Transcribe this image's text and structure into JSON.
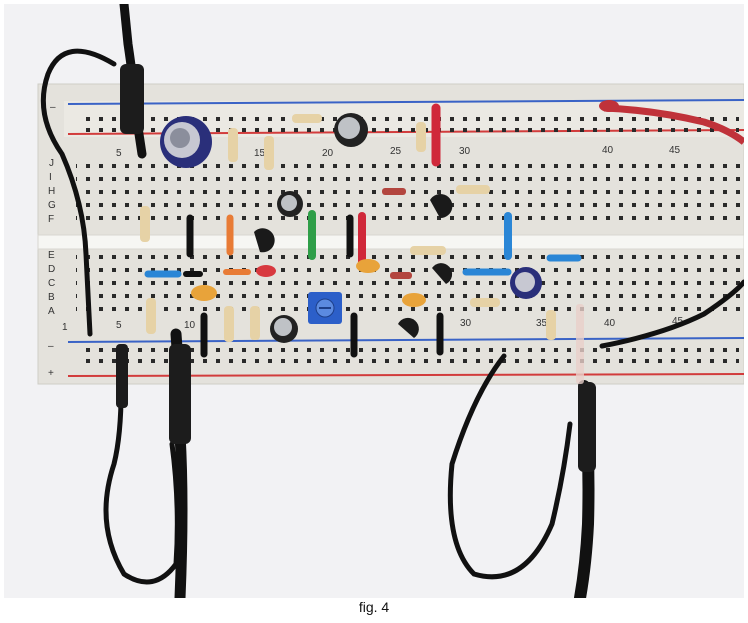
{
  "caption": "fig. 4",
  "board": {
    "column_numbers": [
      "1",
      "5",
      "10",
      "15",
      "20",
      "25",
      "30",
      "35",
      "40",
      "45"
    ],
    "row_letters_top": [
      "F",
      "G",
      "H",
      "I",
      "J"
    ],
    "row_letters_bottom": [
      "A",
      "B",
      "C",
      "D",
      "E"
    ],
    "rail_symbols": [
      "–",
      "+"
    ]
  },
  "colors": {
    "board": "#e7e5df",
    "rail_red": "#d23c3c",
    "rail_blue": "#3a63c6",
    "wire": "#111111",
    "capacitor_blue": "#2a2f7a",
    "trimmer_blue": "#2c5fc9"
  }
}
